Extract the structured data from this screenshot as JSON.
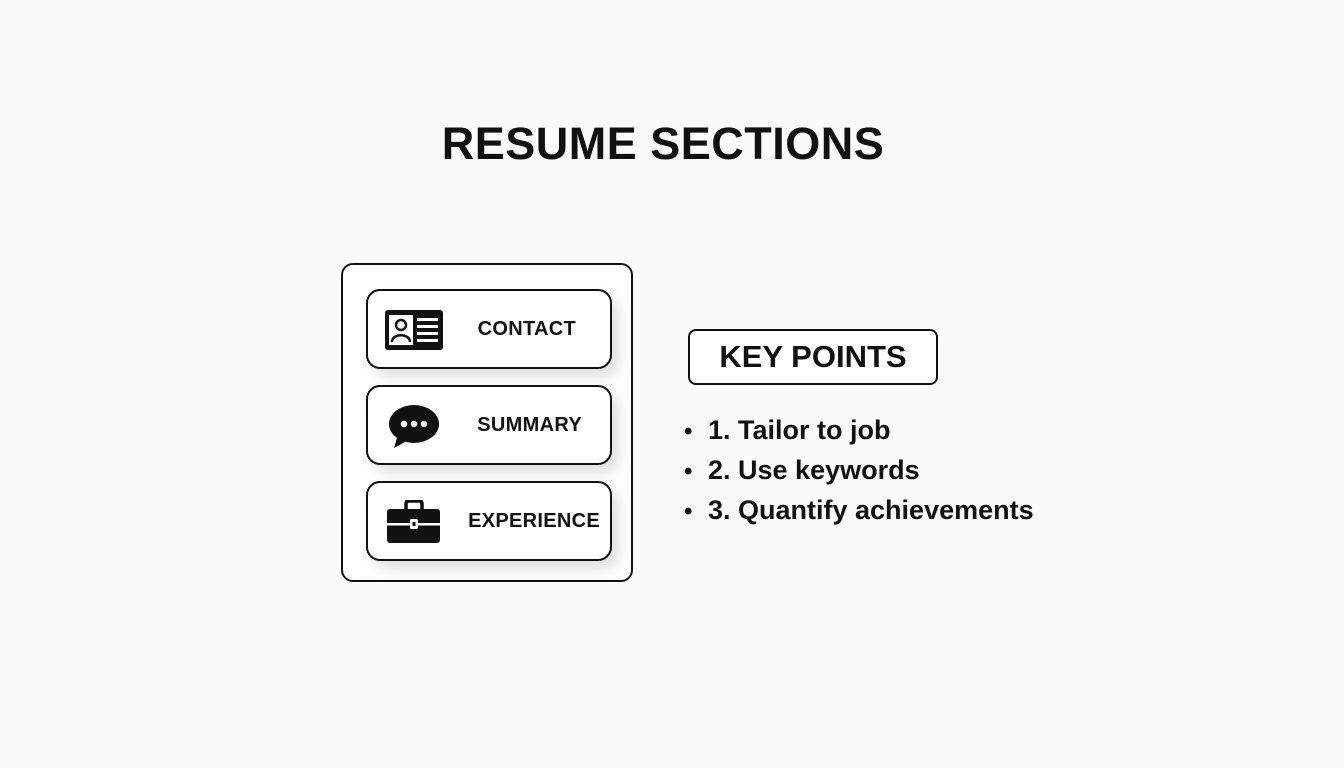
{
  "title": "RESUME SECTIONS",
  "sections": [
    {
      "label": "CONTACT",
      "icon": "id-card-icon"
    },
    {
      "label": "SUMMARY",
      "icon": "speech-bubble-icon"
    },
    {
      "label": "EXPERIENCE",
      "icon": "briefcase-icon"
    }
  ],
  "key_points": {
    "heading": "KEY POINTS",
    "items": [
      "1. Tailor to job",
      "2. Use keywords",
      "3. Quantify achievements"
    ]
  },
  "colors": {
    "ink": "#111111",
    "background": "#fbfbfb",
    "card": "#ffffff"
  }
}
